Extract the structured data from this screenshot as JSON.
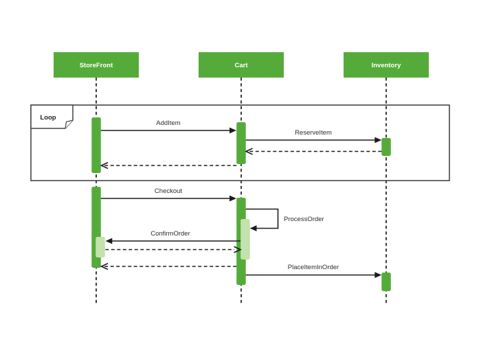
{
  "diagram": {
    "type": "uml-sequence-diagram",
    "background": "#ffffff",
    "colors": {
      "actor_fill": "#55AB3A",
      "actor_text": "#ffffff",
      "activation_fill": "#55AB3A",
      "nested_activation_fill": "#C3E2AE",
      "message_line": "#1c1c1c",
      "frame_border": "#454545",
      "message_label_text": "#2d2d2d"
    },
    "actors": [
      {
        "name": "StoreFront"
      },
      {
        "name": "Cart"
      },
      {
        "name": "Inventory"
      }
    ],
    "fragment": {
      "kind": "loop",
      "label": "Loop"
    },
    "messages": [
      {
        "label": "AddItem",
        "from": "StoreFront",
        "to": "Cart",
        "style": "solid"
      },
      {
        "label": "ReserveItem",
        "from": "Cart",
        "to": "Inventory",
        "style": "solid"
      },
      {
        "label": "",
        "from": "Inventory",
        "to": "Cart",
        "style": "dashed-return"
      },
      {
        "label": "",
        "from": "Cart",
        "to": "StoreFront",
        "style": "dashed-return"
      },
      {
        "label": "Checkout",
        "from": "StoreFront",
        "to": "Cart",
        "style": "solid"
      },
      {
        "label": "ProcessOrder",
        "from": "Cart",
        "to": "Cart",
        "style": "self"
      },
      {
        "label": "ConfirmOrder",
        "from": "Cart",
        "to": "StoreFront",
        "style": "solid"
      },
      {
        "label": "",
        "from": "StoreFront",
        "to": "Cart",
        "style": "dashed-return"
      },
      {
        "label": "",
        "from": "Cart",
        "to": "StoreFront",
        "style": "dashed-return"
      },
      {
        "label": "PlaceItemInOrder",
        "from": "Cart",
        "to": "Inventory",
        "style": "solid"
      }
    ]
  }
}
